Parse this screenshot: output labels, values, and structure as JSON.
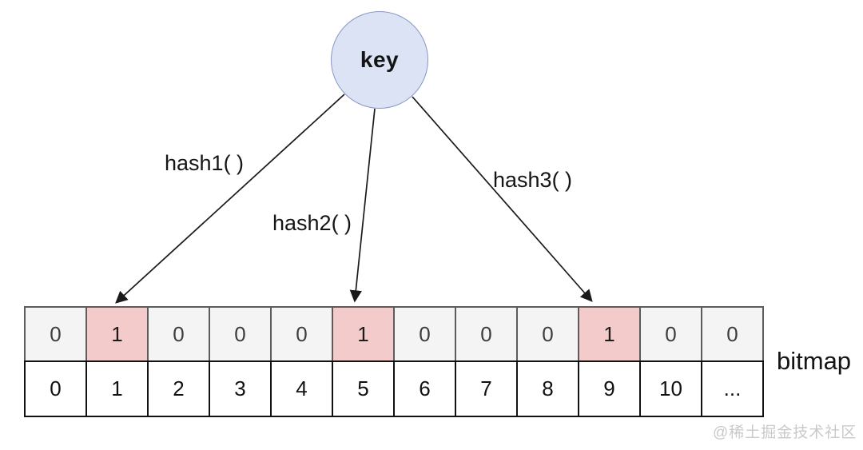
{
  "diagram": {
    "title_hint": "bloom-filter-hash-to-bitmap",
    "key_label": "key",
    "hash_functions": [
      {
        "label": "hash1( )",
        "target_index": 1
      },
      {
        "label": "hash2( )",
        "target_index": 5
      },
      {
        "label": "hash3( )",
        "target_index": 9
      }
    ],
    "bitmap": {
      "label": "bitmap",
      "bits": [
        "0",
        "1",
        "0",
        "0",
        "0",
        "1",
        "0",
        "0",
        "0",
        "1",
        "0",
        "0"
      ],
      "indices": [
        "0",
        "1",
        "2",
        "3",
        "4",
        "5",
        "6",
        "7",
        "8",
        "9",
        "10",
        "..."
      ],
      "highlighted_indices": [
        1,
        5,
        9
      ]
    },
    "watermark": "@稀土掘金技术社区",
    "colors": {
      "key_fill": "#dbe3f5",
      "key_stroke": "#8a96c6",
      "bit_cell_bg": "#f5f4f5",
      "bit_cell_highlight_bg": "#f2cbca",
      "arrow": "#1a1a1a"
    }
  }
}
